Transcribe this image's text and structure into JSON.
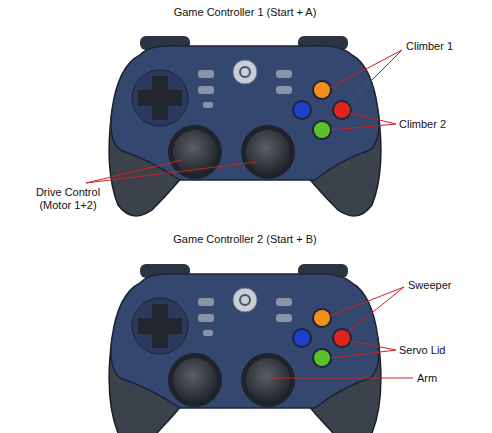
{
  "diagram": {
    "labels": [
      "Game Controller 1 (Start + A)",
      "Climber 1",
      "Climber 2",
      "Drive Control (Motor 1+2)",
      "Game Controller 2 (Start + B)",
      "Sweeper",
      "Servo Lid",
      "Arm"
    ]
  }
}
